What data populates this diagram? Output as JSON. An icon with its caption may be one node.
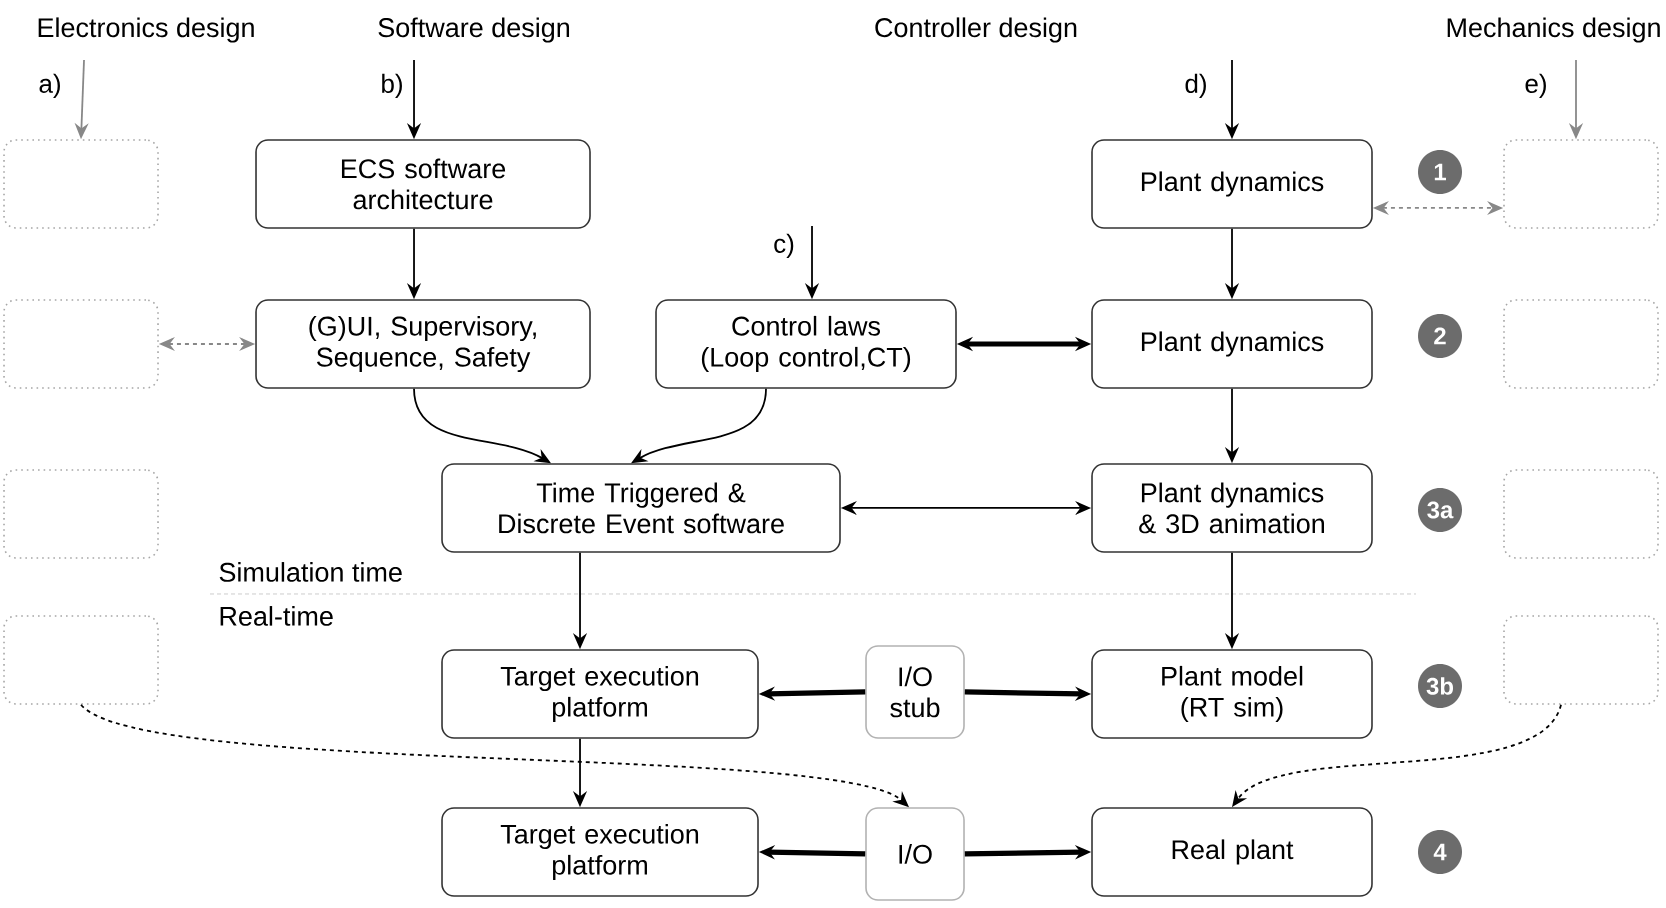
{
  "diagram": {
    "nodes": [
      {
        "text": [
          "ECS software architecture"
        ]
      },
      {
        "text": [
          "Plant dynamics"
        ]
      },
      {
        "text": [
          "(G)UI, Supervisory, Sequence, Safety"
        ]
      },
      {
        "text": [
          "Control laws (Loop control,CT)"
        ]
      },
      {
        "text": [
          "Plant dynamics"
        ]
      },
      {
        "text": [
          "Time Triggered & Discrete Event software"
        ]
      },
      {
        "text": [
          "Plant dynamics & 3D animation"
        ]
      },
      {
        "text": [
          "Target execution platform"
        ]
      },
      {
        "text": [
          "I/O stub"
        ]
      },
      {
        "text": [
          "Plant model (RT sim)"
        ]
      },
      {
        "text": [
          "Target execution platform"
        ]
      },
      {
        "text": [
          "I/O"
        ]
      },
      {
        "text": [
          "Real plant"
        ]
      },
      {
        "text": [],
        "shape": "box"
      },
      {
        "text": [],
        "shape": "box"
      },
      {
        "text": [],
        "shape": "box"
      },
      {
        "text": [],
        "shape": "box"
      },
      {
        "text": [],
        "shape": "box"
      },
      {
        "text": [],
        "shape": "box"
      },
      {
        "text": [],
        "shape": "box"
      },
      {
        "text": [],
        "shape": "box"
      },
      {
        "text": [
          "1"
        ]
      },
      {
        "text": [
          "2"
        ]
      },
      {
        "text": [
          "3a"
        ]
      },
      {
        "text": [
          "3b"
        ]
      },
      {
        "text": [
          "4"
        ]
      }
    ],
    "edges": [
      {
        "from": null,
        "to": 13,
        "arrow": "to",
        "label": "a)",
        "color": "#888888"
      },
      {
        "from": null,
        "to": 0,
        "arrow": "to",
        "label": "b)"
      },
      {
        "from": null,
        "to": 3,
        "arrow": "to",
        "label": "c)"
      },
      {
        "from": null,
        "to": 1,
        "arrow": "to",
        "label": "d)"
      },
      {
        "from": null,
        "to": 17,
        "arrow": "to",
        "label": "e)",
        "color": "#888888"
      },
      {
        "from": 0,
        "to": 2,
        "arrow": "to"
      },
      {
        "from": 14,
        "to": 2,
        "arrow": "both",
        "style": "dashed",
        "color": "#888888"
      },
      {
        "from": 1,
        "to": 17,
        "arrow": "both",
        "style": "dashed",
        "color": "#888888"
      },
      {
        "from": 1,
        "to": 4,
        "arrow": "to"
      },
      {
        "from": 3,
        "to": 4,
        "arrow": "both",
        "style": "thick"
      },
      {
        "from": 2,
        "to": 5,
        "arrow": "to"
      },
      {
        "from": 3,
        "to": 5,
        "arrow": "to"
      },
      {
        "from": 4,
        "to": 6,
        "arrow": "to"
      },
      {
        "from": 5,
        "to": 6,
        "arrow": "both"
      },
      {
        "from": 5,
        "to": 7,
        "arrow": "to"
      },
      {
        "from": 6,
        "to": 9,
        "arrow": "to"
      },
      {
        "from": 8,
        "to": 7,
        "arrow": "to",
        "style": "thick"
      },
      {
        "from": 8,
        "to": 9,
        "arrow": "to",
        "style": "thick"
      },
      {
        "from": 7,
        "to": 10,
        "arrow": "to"
      },
      {
        "from": 11,
        "to": 10,
        "arrow": "to",
        "style": "thick"
      },
      {
        "from": 11,
        "to": 12,
        "arrow": "to",
        "style": "thick"
      },
      {
        "from": 16,
        "to": 11,
        "arrow": "to",
        "style": "dashed"
      },
      {
        "from": 20,
        "to": 12,
        "arrow": "to",
        "style": "dashed"
      }
    ],
    "labels": [
      "Electronics design",
      "Software design",
      "Controller design",
      "Mechanics design",
      "Simulation time",
      "Real-time"
    ]
  }
}
